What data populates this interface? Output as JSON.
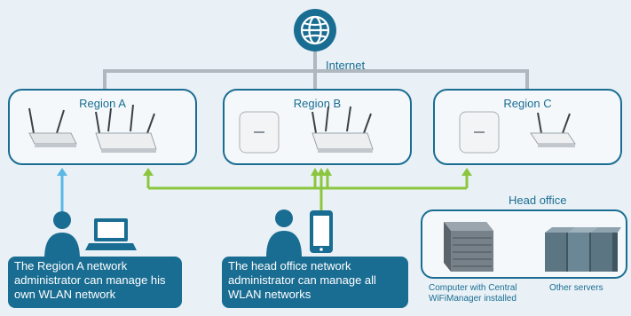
{
  "internet": {
    "label": "Internet",
    "icon": "globe-icon"
  },
  "regions": [
    {
      "label": "Region A",
      "devices": [
        "access-point-icon",
        "access-point-icon"
      ]
    },
    {
      "label": "Region B",
      "devices": [
        "ceiling-access-point-icon",
        "access-point-icon"
      ]
    },
    {
      "label": "Region C",
      "devices": [
        "ceiling-access-point-icon",
        "router-icon"
      ]
    }
  ],
  "head_office": {
    "label": "Head office",
    "captions": {
      "server": "Computer with Central WiFiManager installed",
      "others": "Other servers"
    }
  },
  "callouts": {
    "region_admin": "The Region A network administrator can manage his own WLAN network",
    "head_admin": "The head office network administrator can manage all WLAN networks"
  },
  "colors": {
    "accent": "#1a6d92",
    "internet_lines": "#b0b8bf",
    "managed_links": "#8cc63f",
    "region_link": "#5bb7e6",
    "background": "#e9f1f6"
  }
}
